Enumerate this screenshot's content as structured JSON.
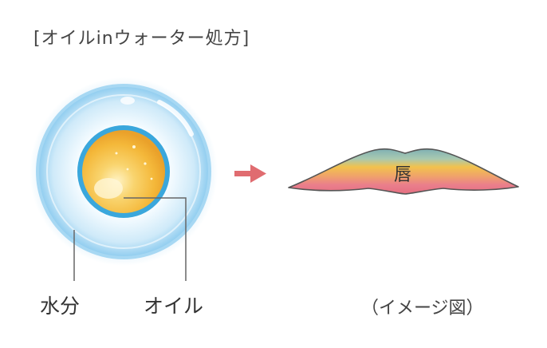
{
  "title": "[オイルinウォーター処方]",
  "labels": {
    "water": "水分",
    "oil": "オイル",
    "lips": "唇"
  },
  "caption": "（イメージ図）",
  "colors": {
    "arrow": "#e06c70",
    "water_rim": "#9fd4f2",
    "water_inner": "#eaf6fd",
    "oil_ring": "#39a6db",
    "oil_core": "#f4b83a",
    "lip_top": "#8ab8b6",
    "lip_mid": "#f2c24d",
    "lip_bottom": "#ea7e8c"
  },
  "icons": [
    "right-arrow-icon"
  ]
}
